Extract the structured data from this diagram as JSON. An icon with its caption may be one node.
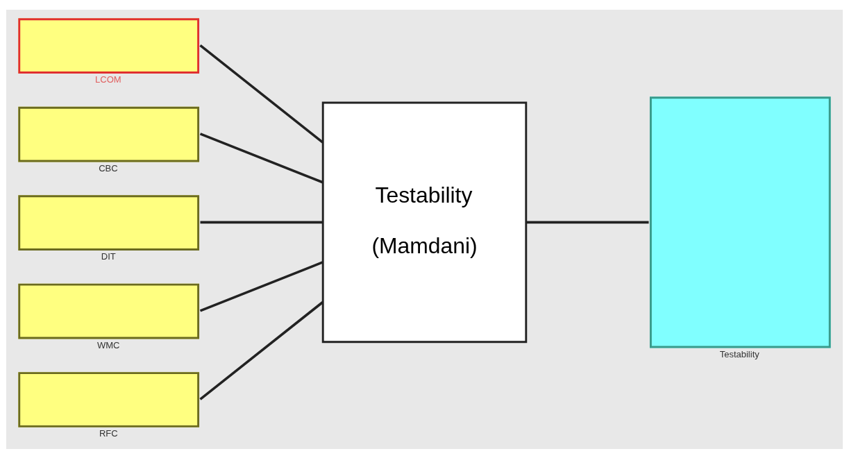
{
  "diagram": {
    "nodes": [
      {
        "text": [
          "LCOM"
        ]
      },
      {
        "text": [
          "CBC"
        ]
      },
      {
        "text": [
          "DIT"
        ]
      },
      {
        "text": [
          "WMC"
        ]
      },
      {
        "text": [
          "RFC"
        ]
      },
      {
        "text": [
          "Testability",
          "(Mamdani)"
        ]
      },
      {
        "text": [
          "Testability"
        ]
      }
    ],
    "edges": [
      {
        "from": 0,
        "to": 5,
        "arrow": "none"
      },
      {
        "from": 1,
        "to": 5,
        "arrow": "none"
      },
      {
        "from": 2,
        "to": 5,
        "arrow": "none"
      },
      {
        "from": 3,
        "to": 5,
        "arrow": "none"
      },
      {
        "from": 4,
        "to": 5,
        "arrow": "none"
      },
      {
        "from": 5,
        "to": 6,
        "arrow": "none"
      }
    ]
  }
}
